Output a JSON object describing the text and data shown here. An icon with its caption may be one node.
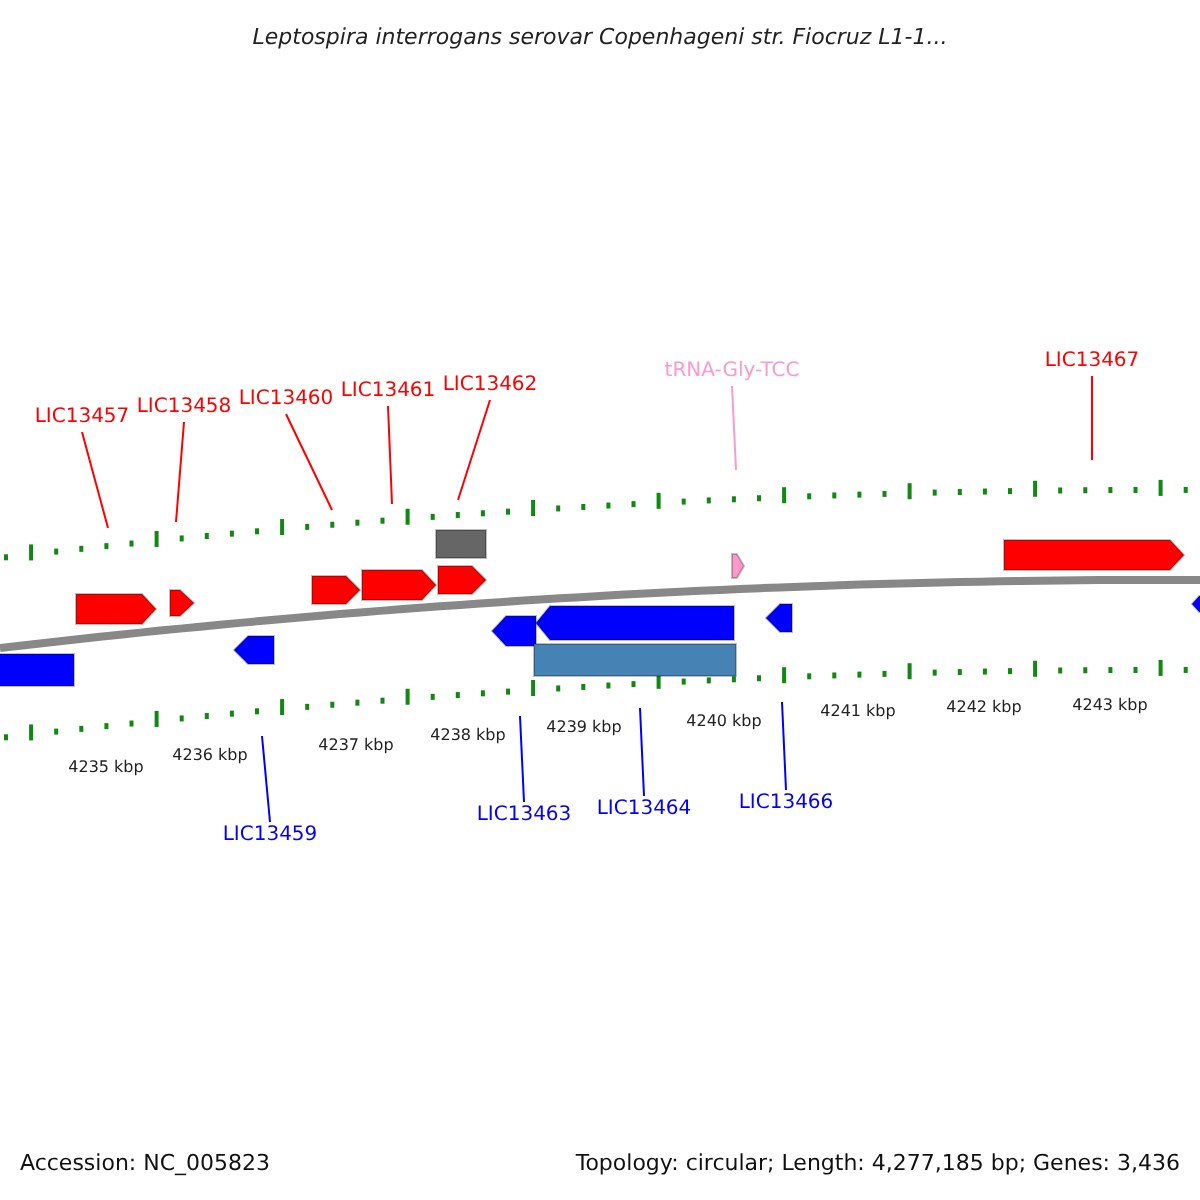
{
  "diagram": {
    "title": "Leptospira interrogans serovar Copenhageni str. Fiocruz L1-1...",
    "nodes": [
      {
        "text": [
          "LIC13457"
        ]
      },
      {
        "text": [
          "LIC13458"
        ]
      },
      {
        "text": [
          "LIC13460"
        ]
      },
      {
        "text": [
          "LIC13461"
        ]
      },
      {
        "text": [
          "LIC13462"
        ]
      },
      {
        "text": [
          "tRNA-Gly-TCC"
        ]
      },
      {
        "text": [
          "LIC13467"
        ]
      },
      {
        "text": [
          "LIC13459"
        ]
      },
      {
        "text": [
          "LIC13463"
        ]
      },
      {
        "text": [
          "LIC13464"
        ]
      },
      {
        "text": [
          "LIC13466"
        ]
      }
    ],
    "edges": [
      {
        "from": 0,
        "to": null,
        "arrow": "none"
      },
      {
        "from": 1,
        "to": null,
        "arrow": "none"
      },
      {
        "from": 2,
        "to": null,
        "arrow": "none"
      },
      {
        "from": 3,
        "to": null,
        "arrow": "none"
      },
      {
        "from": 4,
        "to": null,
        "arrow": "none"
      },
      {
        "from": 5,
        "to": null,
        "arrow": "none",
        "color": "#ff99cc"
      },
      {
        "from": 6,
        "to": null,
        "arrow": "none"
      },
      {
        "from": 7,
        "to": null,
        "arrow": "none",
        "color": "#0000ff"
      },
      {
        "from": 8,
        "to": null,
        "arrow": "none",
        "color": "#0000ff"
      },
      {
        "from": 9,
        "to": null,
        "arrow": "none",
        "color": "#0000ff"
      },
      {
        "from": 10,
        "to": null,
        "arrow": "none",
        "color": "#0000ff"
      }
    ],
    "labels": [
      "4235 kbp",
      "4236 kbp",
      "4237 kbp",
      "4238 kbp",
      "4239 kbp",
      "4240 kbp",
      "4241 kbp",
      "4242 kbp",
      "4243 kbp",
      "Accession: NC_005823",
      "Topology: circular; Length: 4,277,185 bp; Genes: 3,436"
    ]
  }
}
